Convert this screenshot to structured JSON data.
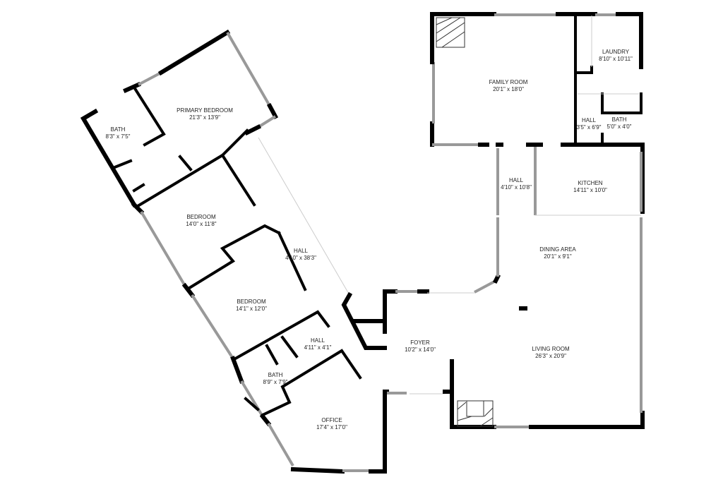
{
  "rooms": [
    {
      "name": "PRIMARY BEDROOM",
      "size": "21'3\" x 13'9\""
    },
    {
      "name": "BATH",
      "size": "8'3\" x 7'5\""
    },
    {
      "name": "BEDROOM",
      "size": "14'0\" x 11'8\""
    },
    {
      "name": "HALL",
      "size": "4'10\" x 38'3\""
    },
    {
      "name": "BEDROOM",
      "size": "14'1\" x 12'0\""
    },
    {
      "name": "HALL",
      "size": "4'11\" x 4'1\""
    },
    {
      "name": "BATH",
      "size": "8'9\" x 7'9\""
    },
    {
      "name": "OFFICE",
      "size": "17'4\" x 17'0\""
    },
    {
      "name": "FOYER",
      "size": "10'2\" x 14'0\""
    },
    {
      "name": "LIVING ROOM",
      "size": "26'3\" x 20'9\""
    },
    {
      "name": "DINING AREA",
      "size": "20'1\" x 9'1\""
    },
    {
      "name": "KITCHEN",
      "size": "14'11\" x 10'0\""
    },
    {
      "name": "HALL",
      "size": "4'10\" x 10'8\""
    },
    {
      "name": "FAMILY ROOM",
      "size": "20'1\" x 18'0\""
    },
    {
      "name": "LAUNDRY",
      "size": "8'10\" x 10'11\""
    },
    {
      "name": "HALL",
      "size": "3'5\" x 6'9\""
    },
    {
      "name": "BATH",
      "size": "5'0\" x 4'0\""
    }
  ],
  "colors": {
    "wall": "#000000",
    "window": "#999999",
    "background": "#ffffff"
  }
}
